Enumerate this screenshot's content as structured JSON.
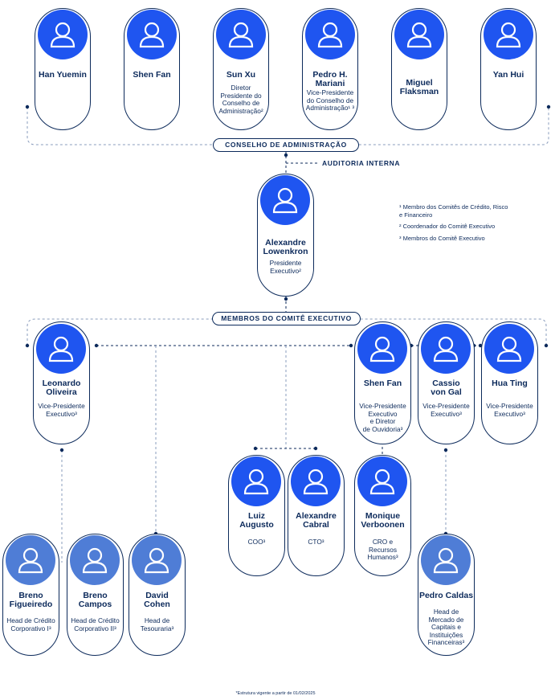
{
  "board": {
    "label": "CONSELHO DE ADMINISTRAÇÃO",
    "members": [
      {
        "name": "Han Yuemin",
        "role": ""
      },
      {
        "name": "Shen Fan",
        "role": ""
      },
      {
        "name": "Sun Xu",
        "role": "Diretor\nPresidente do\nConselho de\nAdministração²"
      },
      {
        "name": "Pedro H.\nMariani",
        "role": "Vice-Presidente\ndo Conselho de\nAdministração¹ ³"
      },
      {
        "name": "Miguel\nFlaksman",
        "role": ""
      },
      {
        "name": "Yan Hui",
        "role": ""
      }
    ]
  },
  "audit": {
    "label": "AUDITORIA INTERNA"
  },
  "ceo": {
    "name": "Alexandre\nLowenkron",
    "role": "Presidente\nExecutivo²"
  },
  "legend": {
    "items": [
      "¹ Membro dos Comitês de Crédito, Risco\n   e Financeiro",
      "² Coordenador do Comitê Executivo",
      "³ Membros do Comitê Executivo"
    ]
  },
  "exec": {
    "label": "MEMBROS DO COMITÊ EXECUTIVO",
    "members": [
      {
        "name": "Leonardo\nOliveira",
        "role": "Vice-Presidente\nExecutivo³"
      },
      {
        "name": "Shen Fan",
        "role": "Vice-Presidente\nExecutivo\ne Diretor\nde Ouvidoria³"
      },
      {
        "name": "Cassio\nvon Gal",
        "role": "Vice-Presidente\nExecutivo³"
      },
      {
        "name": "Hua Ting",
        "role": "Vice-Presidente\nExecutivo³"
      }
    ]
  },
  "mid": {
    "members": [
      {
        "name": "Luiz\nAugusto",
        "role": "COO³"
      },
      {
        "name": "Alexandre\nCabral",
        "role": "CTO³"
      },
      {
        "name": "Monique\nVerboonen",
        "role": "CRO e\nRecursos\nHumanos³"
      }
    ]
  },
  "heads": {
    "members": [
      {
        "name": "Breno\nFigueiredo",
        "role": "Head de Crédito\nCorporativo I³"
      },
      {
        "name": "Breno\nCampos",
        "role": "Head de Crédito\nCorporativo II³"
      },
      {
        "name": "David\nCohen",
        "role": "Head de\nTesouraria³"
      },
      {
        "name": "Pedro Caldas",
        "role": "Head de\nMercado de\nCapitais e\nInstituições\nFinanceiras³"
      }
    ]
  },
  "footnote": "*Estrutura vigente a partir de 01/02/2025"
}
